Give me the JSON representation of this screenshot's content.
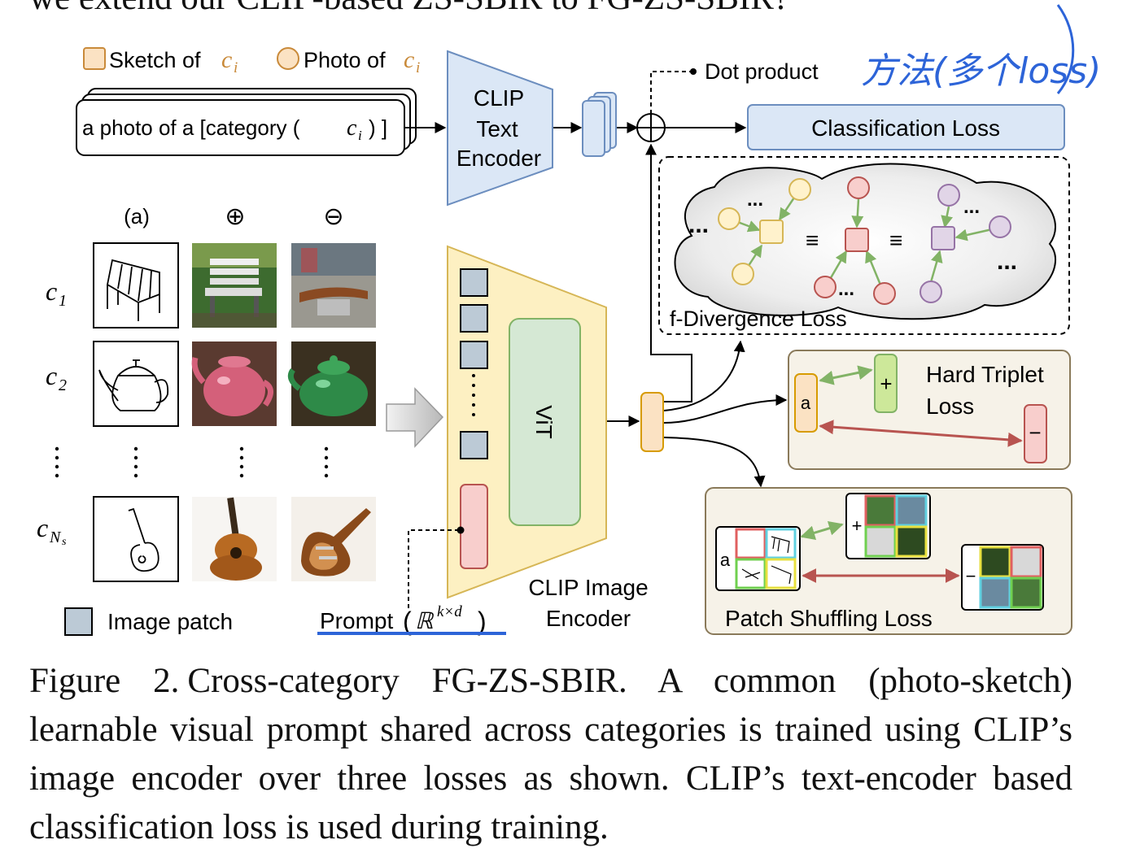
{
  "top_text": "we extend our CLIP-based ZS-SBIR to FG-ZS-SBIR?",
  "handwritten_note": "方法(多个loss)",
  "legend": {
    "sketch_label": "Sketch of",
    "photo_label": "Photo of",
    "class_var": "c",
    "class_sub": "i",
    "image_patch": "Image patch",
    "prompt_label": "Prompt",
    "prompt_space": "ℝ",
    "prompt_sup": "k×d"
  },
  "text_prompt": {
    "prefix": "a photo of a [category (",
    "var": "c",
    "sub": "i",
    "suffix": ") ]"
  },
  "text_encoder": {
    "line1": "CLIP",
    "line2": "Text",
    "line3": "Encoder"
  },
  "dot_product": "Dot product",
  "classification_loss": "Classification Loss",
  "fdiv_loss": "f-Divergence Loss",
  "equiv_symbol": "≡",
  "ellipsis": "...",
  "grid": {
    "headers": [
      "(a)",
      "⊕",
      "⊖"
    ],
    "rows": [
      {
        "var": "c",
        "sub": "1",
        "items": [
          "chair-sketch",
          "bench-photo",
          "bench-photo"
        ]
      },
      {
        "var": "c",
        "sub": "2",
        "items": [
          "teapot-sketch",
          "teapot-photo",
          "teapot-photo"
        ]
      },
      {
        "var": "c",
        "sub": "N",
        "subsub": "s",
        "items": [
          "guitar-sketch",
          "guitar-photo",
          "guitar-photo"
        ]
      }
    ]
  },
  "vit_label": "ViT",
  "image_encoder": {
    "line1": "CLIP Image",
    "line2": "Encoder"
  },
  "hard_triplet": {
    "line1": "Hard Triplet",
    "line2": "Loss",
    "anchor": "a",
    "positive": "+",
    "negative": "−"
  },
  "patch_shuffle": {
    "label": "Patch Shuffling Loss",
    "anchor": "a",
    "positive": "+",
    "negative": "−"
  },
  "caption": {
    "label": "Figure 2.",
    "text": "Cross-category FG-ZS-SBIR. A common (photo-sketch) learnable visual prompt shared across categories is trained using CLIP’s image encoder over three losses as shown. CLIP’s text-encoder based classification loss is used during training."
  },
  "colors": {
    "blue_box": "#dbe7f6",
    "blue_stroke": "#6c8ebf",
    "yellow_encoder": "#fdf0c2",
    "green_vit": "#d5e8d4",
    "pink_prompt": "#f8cecc",
    "orange_feat": "#fbe2c3",
    "loss_panel": "#f6f2e8",
    "patch_gray": "#bccad6",
    "annotation_blue": "#2d64d8",
    "node_yellow": "#fff2cc",
    "node_red": "#f8cecc",
    "node_purple": "#e1d5e7",
    "arrow_green": "#82b366",
    "arrow_red": "#b85450"
  }
}
